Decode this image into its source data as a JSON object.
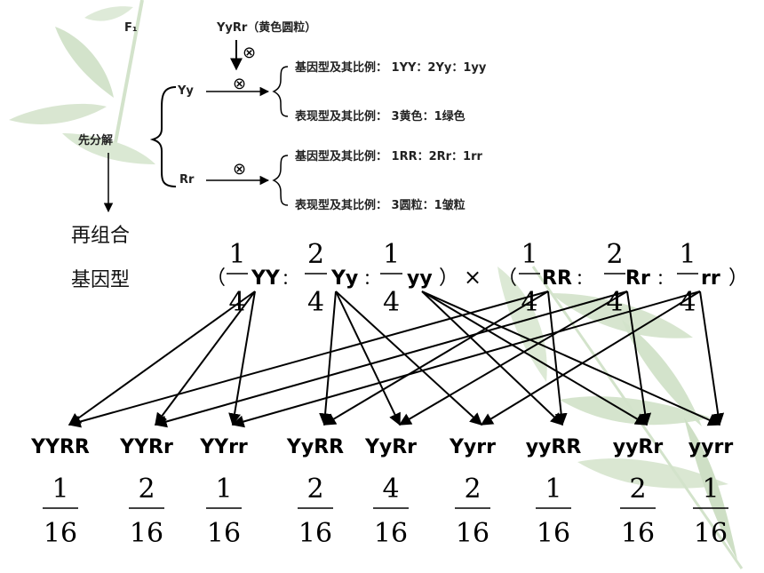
{
  "top": {
    "f1_label": "F₁",
    "parent": "YyRr（黄色圆粒）",
    "self_symbol": "⊗",
    "split_label": "先分解",
    "yy_gene": "Yy",
    "rr_gene": "Rr",
    "yy_genotype_ratio": "基因型及其比例：  1YY：2Yy：1yy",
    "yy_phenotype_ratio": "表现型及其比例：  3黄色：1绿色",
    "rr_genotype_ratio": "基因型及其比例：  1RR：2Rr：1rr",
    "rr_phenotype_ratio": "表现型及其比例：  3圆粒：1皱粒"
  },
  "middle": {
    "recombine_label": "再组合",
    "genotype_label": "基因型",
    "open_paren": "（",
    "close_paren": "）",
    "times": "×",
    "colon": "：",
    "factors_y": [
      {
        "num": "1",
        "den": "4",
        "gene": "YY"
      },
      {
        "num": "2",
        "den": "4",
        "gene": "Yy"
      },
      {
        "num": "1",
        "den": "4",
        "gene": "yy"
      }
    ],
    "factors_r": [
      {
        "num": "1",
        "den": "4",
        "gene": "RR"
      },
      {
        "num": "2",
        "den": "4",
        "gene": "Rr"
      },
      {
        "num": "1",
        "den": "4",
        "gene": "rr"
      }
    ]
  },
  "results": [
    {
      "genotype": "YYRR",
      "num": "1",
      "den": "16"
    },
    {
      "genotype": "YYRr",
      "num": "2",
      "den": "16"
    },
    {
      "genotype": "YYrr",
      "num": "1",
      "den": "16"
    },
    {
      "genotype": "YyRR",
      "num": "2",
      "den": "16"
    },
    {
      "genotype": "YyRr",
      "num": "4",
      "den": "16"
    },
    {
      "genotype": "Yyrr",
      "num": "2",
      "den": "16"
    },
    {
      "genotype": "yyRR",
      "num": "1",
      "den": "16"
    },
    {
      "genotype": "yyRr",
      "num": "2",
      "den": "16"
    },
    {
      "genotype": "yyrr",
      "num": "1",
      "den": "16"
    }
  ],
  "colors": {
    "bamboo": "#cfe0c6",
    "bamboo_dark": "#b5cfa8",
    "ink": "#000000"
  }
}
